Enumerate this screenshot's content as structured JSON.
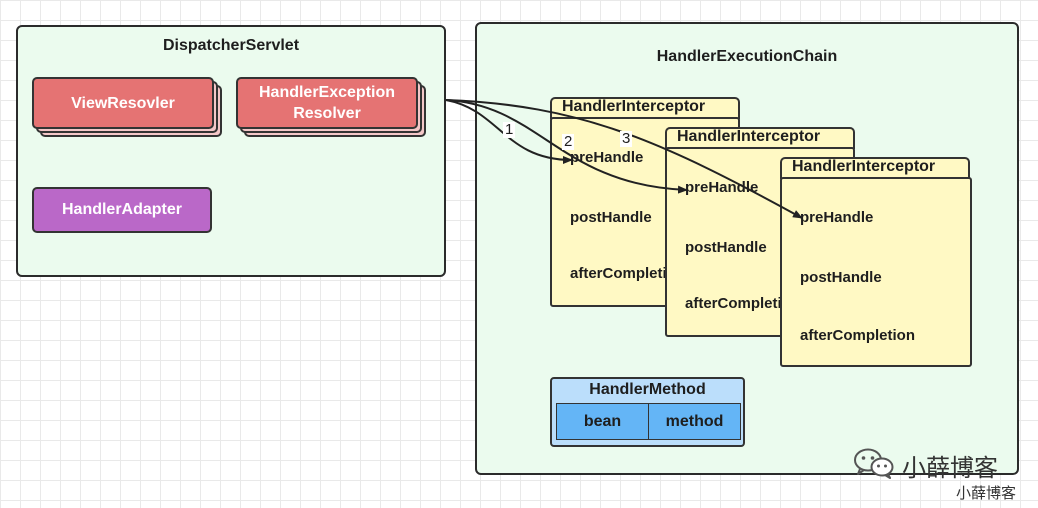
{
  "dispatcher": {
    "title": "DispatcherServlet",
    "view_resolver": "ViewResovler",
    "exception_resolver_line1": "HandlerException",
    "exception_resolver_line2": "Resolver",
    "handler_adapter": "HandlerAdapter"
  },
  "chain": {
    "title": "HandlerExecutionChain",
    "interceptors": [
      {
        "title": "HandlerInterceptor",
        "pre": "preHandle",
        "post": "postHandle",
        "after": "afterCompletion"
      },
      {
        "title": "HandlerInterceptor",
        "pre": "preHandle",
        "post": "postHandle",
        "after": "afterCompletion"
      },
      {
        "title": "HandlerInterceptor",
        "pre": "preHandle",
        "post": "postHandle",
        "after": "afterCompletion"
      }
    ],
    "handler_method": {
      "title": "HandlerMethod",
      "bean": "bean",
      "method": "method"
    }
  },
  "arrows": [
    "1",
    "2",
    "3"
  ],
  "watermark": {
    "main": "小薛博客",
    "sub": "小薛博客"
  },
  "colors": {
    "container_bg": "#ebfbee",
    "resolver_red": "#e57373",
    "adapter_purple": "#ba68c8",
    "interceptor_yellow": "#fff9c4",
    "method_blue": "#64b5f6"
  }
}
